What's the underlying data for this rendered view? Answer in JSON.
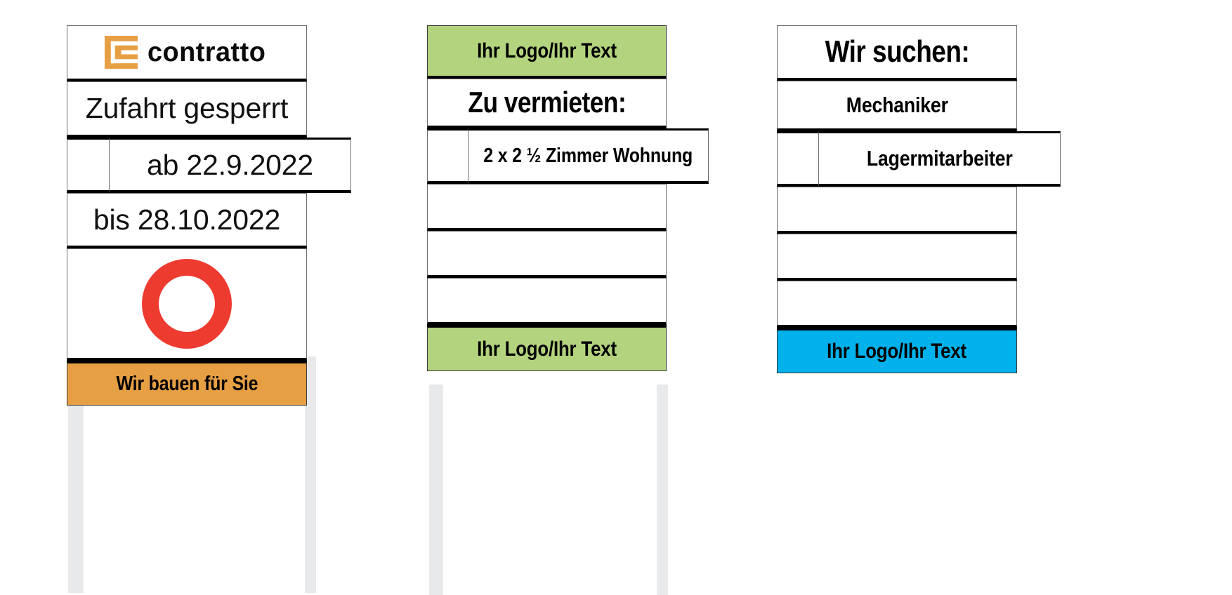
{
  "meta": {
    "scene": "Three construction / advertising sign boards with interchangeable text rows"
  },
  "colors": {
    "orange_brand": "#e79f43",
    "orange_footer": "#e79f43",
    "green_footer": "#b3d37e",
    "blue_footer": "#00b1eb",
    "ring_red": "#ee3b30",
    "post_gray": "#e7e9eb",
    "rule_black": "#000000",
    "text_black": "#111111"
  },
  "boards": [
    {
      "id": "board-contratto",
      "header": {
        "type": "logo",
        "logo_icon": "contratto-logo-icon",
        "wordmark": "contratto"
      },
      "rows": [
        {
          "type": "plain",
          "text": "Zufahrt gesperrt",
          "style": "light"
        },
        {
          "type": "split",
          "left_text": "",
          "right_text": "ab 22.9.2022",
          "style": "light"
        },
        {
          "type": "plain",
          "text": "bis 28.10.2022",
          "style": "light"
        },
        {
          "type": "icon",
          "icon": "red-ring-icon",
          "text": ""
        }
      ],
      "footer": {
        "text": "Wir bauen für Sie",
        "color": "#e79f43"
      }
    },
    {
      "id": "board-zu-vermieten",
      "header": {
        "type": "band",
        "text": "Ihr Logo/Ihr Text",
        "color": "#b3d37e"
      },
      "rows": [
        {
          "type": "plain",
          "text": "Zu vermieten:",
          "style": "heavy"
        },
        {
          "type": "split",
          "left_text": "",
          "right_text": "2 x  2 ½ Zimmer Wohnung",
          "style": "bold"
        },
        {
          "type": "plain",
          "text": "",
          "style": "bold"
        },
        {
          "type": "plain",
          "text": "",
          "style": "bold"
        },
        {
          "type": "plain",
          "text": "",
          "style": "bold"
        }
      ],
      "footer": {
        "text": "Ihr Logo/Ihr Text",
        "color": "#b3d37e"
      }
    },
    {
      "id": "board-wir-suchen",
      "header": {
        "type": "plain",
        "text": "Wir suchen:",
        "style": "heavy"
      },
      "rows": [
        {
          "type": "plain",
          "text": "Mechaniker",
          "style": "bold"
        },
        {
          "type": "split",
          "left_text": "",
          "right_text": "Lagermitarbeiter",
          "style": "bold"
        },
        {
          "type": "plain",
          "text": "",
          "style": "bold"
        },
        {
          "type": "plain",
          "text": "",
          "style": "bold"
        },
        {
          "type": "plain",
          "text": "",
          "style": "bold"
        }
      ],
      "footer": {
        "text": "Ihr Logo/Ihr Text",
        "color": "#00b1eb"
      }
    }
  ]
}
